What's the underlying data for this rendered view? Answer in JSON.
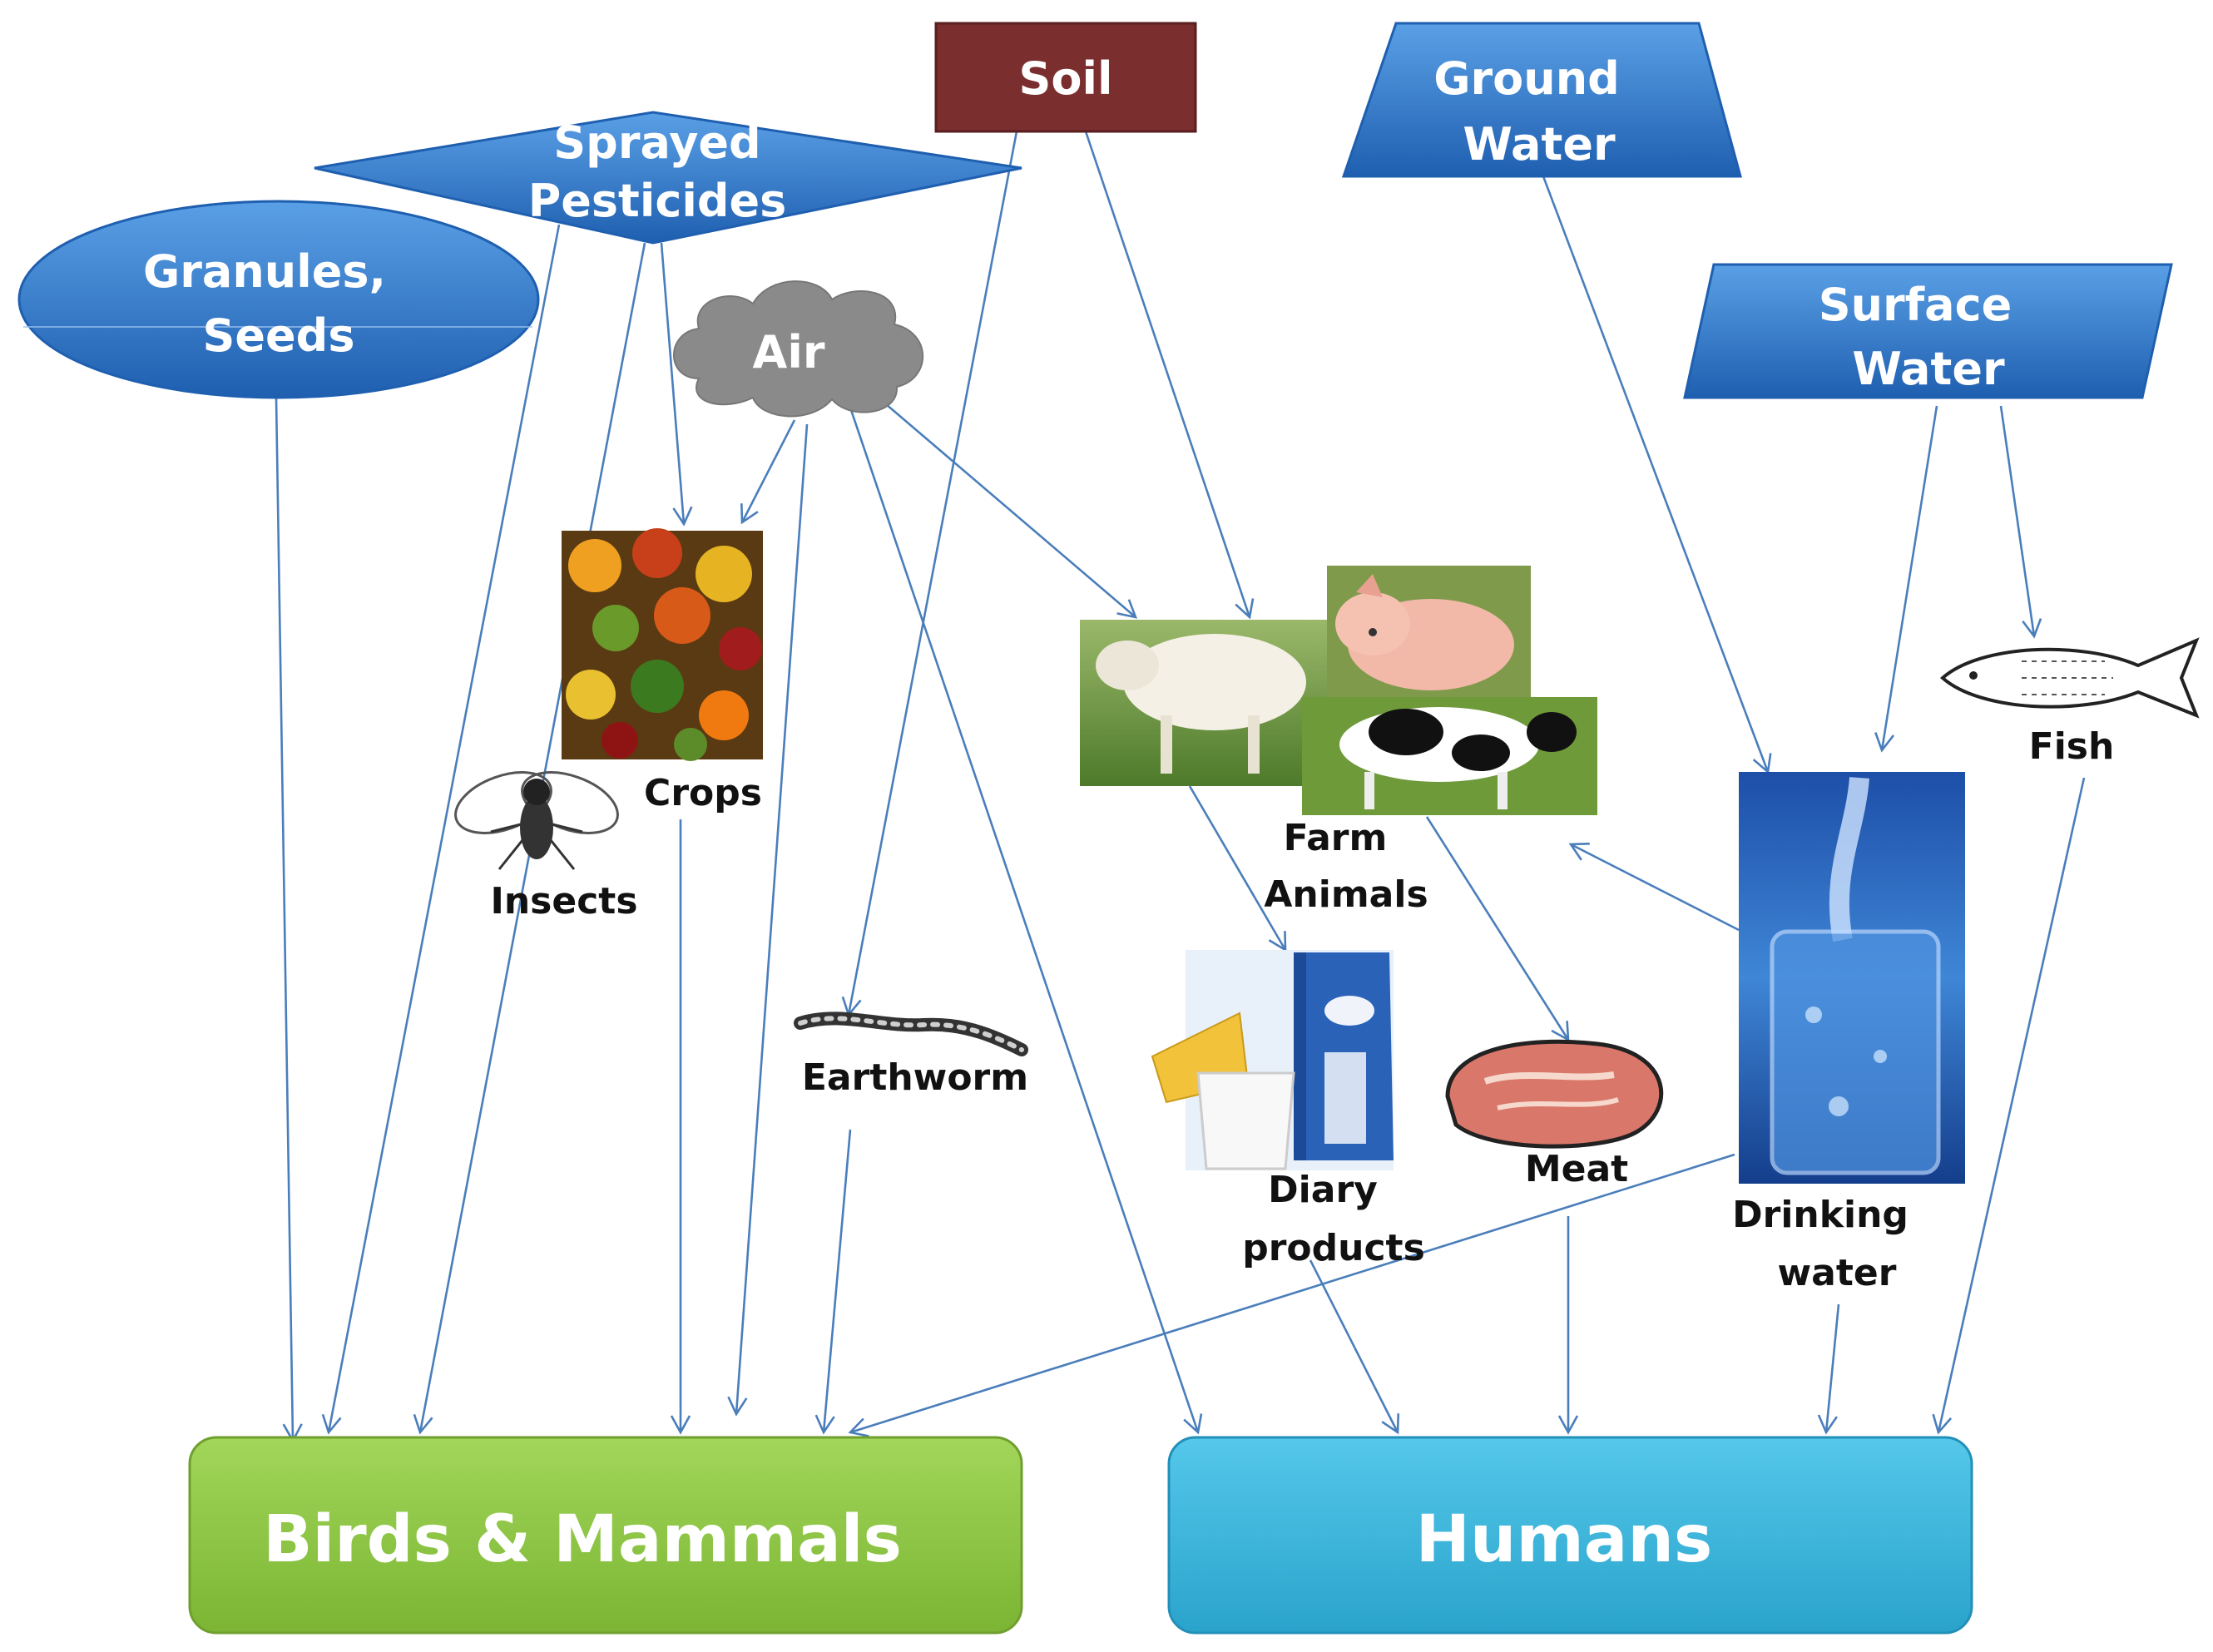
{
  "colors": {
    "soil": "#7a2e2e",
    "shape_blue": "#2e78c8",
    "air_gray": "#8a8a8a",
    "arrow": "#4a7ebb",
    "birds_green": "#8cc63f",
    "humans_cyan": "#36b6dc"
  },
  "sources": {
    "soil": "Soil",
    "sprayed_pesticides": [
      "Sprayed",
      "Pesticides"
    ],
    "granules_seeds": [
      "Granules,",
      "Seeds"
    ],
    "air": "Air",
    "ground_water": [
      "Ground",
      "Water"
    ],
    "surface_water": [
      "Surface",
      "Water"
    ]
  },
  "items": {
    "crops": "Crops",
    "insects": "Insects",
    "earthworm": "Earthworm",
    "farm_animals": [
      "Farm",
      "Animals"
    ],
    "dairy_products": [
      "Diary",
      "products"
    ],
    "meat": "Meat",
    "drinking_water": [
      "Drinking",
      "water"
    ],
    "fish": "Fish"
  },
  "targets": {
    "birds_mammals": "Birds & Mammals",
    "humans": "Humans"
  },
  "icons": [
    "fruit-vegetables-photo",
    "fly-icon",
    "earthworm-icon",
    "sheep-photo",
    "pig-photo",
    "cow-photo",
    "milk-carton-icon",
    "cheese-icon",
    "milk-glass-icon",
    "meat-steak-icon",
    "water-glass-photo",
    "fish-icon"
  ]
}
